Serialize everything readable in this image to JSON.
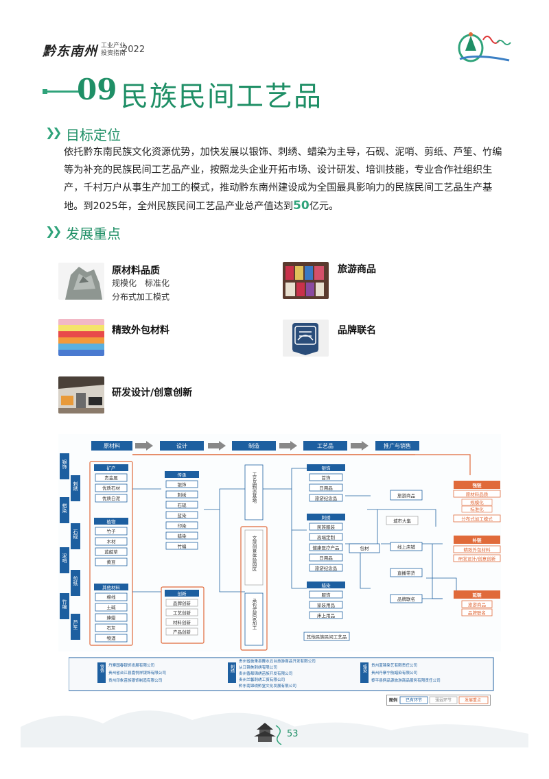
{
  "header": {
    "brand": "黔东南州",
    "sub1": "工业产业",
    "sub2": "投资指南",
    "year": "2022"
  },
  "colors": {
    "accent": "#1f8f66",
    "highlight": "#2fa37a",
    "blue": "#1d5fa0",
    "orange": "#e06a3a"
  },
  "title": {
    "number": "09",
    "text": "民族民间工艺品"
  },
  "goal": {
    "heading": "目标定位",
    "p1": "依托黔东南民族文化资源优势，加快发展以银饰、刺绣、蜡染为主导，石砚、泥哨、剪纸、芦笙、竹编等为补充的民族民间工艺品产业，按照龙头企业开拓市场、设计研发、培训技能，专业合作社组织生产，千村万户从事生产加工的模式，推动黔东南州建设成为全国最具影响力的民族民间工艺品生产基地。到2025年，全州民族民间工艺品产业总产值达到",
    "highlight": "50",
    "p2": "亿元。"
  },
  "focus": {
    "heading": "发展重点",
    "items": [
      {
        "title": "原材料品质",
        "sub1": "规模化　标准化",
        "sub2": "分布式加工模式",
        "icon": "rock-image"
      },
      {
        "title": "旅游商品",
        "icon": "costume-image"
      },
      {
        "title": "精致外包材料",
        "icon": "fabric-image"
      },
      {
        "title": "品牌联名",
        "icon": "brand-logo-image"
      },
      {
        "title": "研发设计/创意创新",
        "icon": "studio-image"
      }
    ]
  },
  "flow": {
    "stages": [
      "原材料",
      "设计",
      "制造",
      "工艺品",
      "推广与销售"
    ],
    "crafts": [
      "银饰",
      "刺绣",
      "蜡染",
      "石砚",
      "泥哨",
      "剪纸",
      "竹编",
      "芦笙"
    ],
    "mineral": {
      "title": "矿产",
      "items": [
        "贵金属",
        "优质石材",
        "优质白泥"
      ]
    },
    "plant": {
      "title": "植物",
      "items": [
        "竹子",
        "木材",
        "蓝靛草",
        "黄豆"
      ]
    },
    "other": {
      "title": "其他材料",
      "items": [
        "棉线",
        "土碱",
        "蜂蜡",
        "石灰",
        "物酒"
      ]
    },
    "heritage": {
      "title": "传承",
      "items": [
        "银饰",
        "刺绣",
        "石砚",
        "蓝染",
        "印染",
        "蜡染",
        "竹编"
      ]
    },
    "innov": {
      "title": "创新",
      "items": [
        "品牌创新",
        "工艺创新",
        "材料创新",
        "产品创新"
      ]
    },
    "mfg": [
      "工艺品制造基地",
      "文旅创意体验园区",
      "承包式居家加工"
    ],
    "silver": {
      "title": "银饰",
      "items": [
        "首饰",
        "日用品",
        "旅游纪念品"
      ]
    },
    "embroid": {
      "title": "刺绣",
      "items": [
        "民族服装",
        "高端定制",
        "健康医疗产品",
        "日用品",
        "旅游纪念品"
      ]
    },
    "batik": {
      "title": "蜡染",
      "items": [
        "服饰",
        "家装用品",
        "床上用品"
      ]
    },
    "otherCraft": "其他民族民间工艺品",
    "channels": [
      "旅游商品",
      "城市大集",
      "包材",
      "线上店铺",
      "直播带货",
      "品牌联名"
    ],
    "strong": {
      "title": "强链",
      "items": [
        "原材料品质",
        "规模化",
        "标准化",
        "分布式加工模式"
      ]
    },
    "fill": {
      "title": "补链",
      "items": [
        "精致外包材料",
        "研发设计/创意创新"
      ]
    },
    "extend": {
      "title": "延链",
      "items": [
        "旅游商品",
        "品牌联名"
      ]
    },
    "companies": [
      {
        "label": "银饰",
        "names": [
          "丹寨国春银饰发展有限公司",
          "贵州省台江县嘉悦祥银饰有限公司",
          "贵州印象苗族银饰制造有限公司"
        ]
      },
      {
        "label": "刺绣",
        "names": [
          "贵州省施秉县舞水云台旅游商品开发有限公司",
          "从江锦美刺绣有限公司",
          "贵州香都锦绣苗族开发有限公司",
          "贵州兰馨刺绣工贸有限公司",
          "黔东南锦绣黔堂文化发展有限公司"
        ]
      },
      {
        "label": "蜡染",
        "names": [
          "贵州蓝锦染艺有限责任公司",
          "贵州丹寨宁航蜡染有限公司",
          "黎平县侗品源旅游商品服务有限责任公司"
        ]
      }
    ],
    "legend": [
      "图例",
      "已有环节",
      "薄弱环节",
      "发展重点"
    ]
  },
  "page": {
    "number": "53"
  }
}
